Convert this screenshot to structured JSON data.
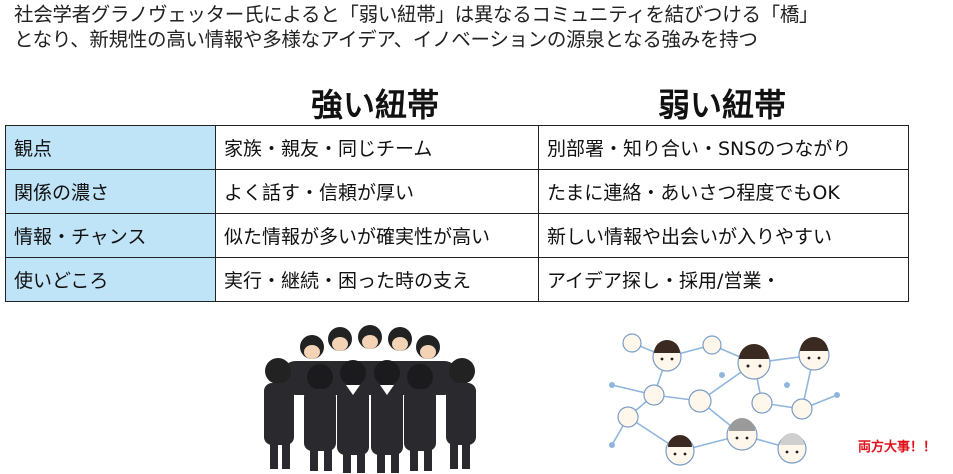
{
  "intro": {
    "line1": "社会学者グラノヴェッター氏によると「弱い紐帯」は異なるコミュニティを結びつける「橋」",
    "line2": "となり、新規性の高い情報や多様なアイデア、イノベーションの源泉となる強みを持つ"
  },
  "columns": {
    "strong": "強い紐帯",
    "weak": "弱い紐帯"
  },
  "rows": [
    {
      "label": "観点",
      "strong": "家族・親友・同じチーム",
      "weak": "別部署・知り合い・SNSのつながり"
    },
    {
      "label": "関係の濃さ",
      "strong": "よく話す・信頼が厚い",
      "weak": "たまに連絡・あいさつ程度でもOK"
    },
    {
      "label": "情報・チャンス",
      "strong": "似た情報が多いが確実性が高い",
      "weak": "新しい情報や出会いが入りやすい"
    },
    {
      "label": "使いどころ",
      "strong": "実行・継続・困った時の支え",
      "weak": "アイデア探し・採用/営業・"
    }
  ],
  "note": "両方大事！！",
  "colors": {
    "header_cell": "#bfe3f7",
    "note": "#e0101a",
    "suit": "#2a2a2e",
    "network_line": "#8fb6dd"
  }
}
